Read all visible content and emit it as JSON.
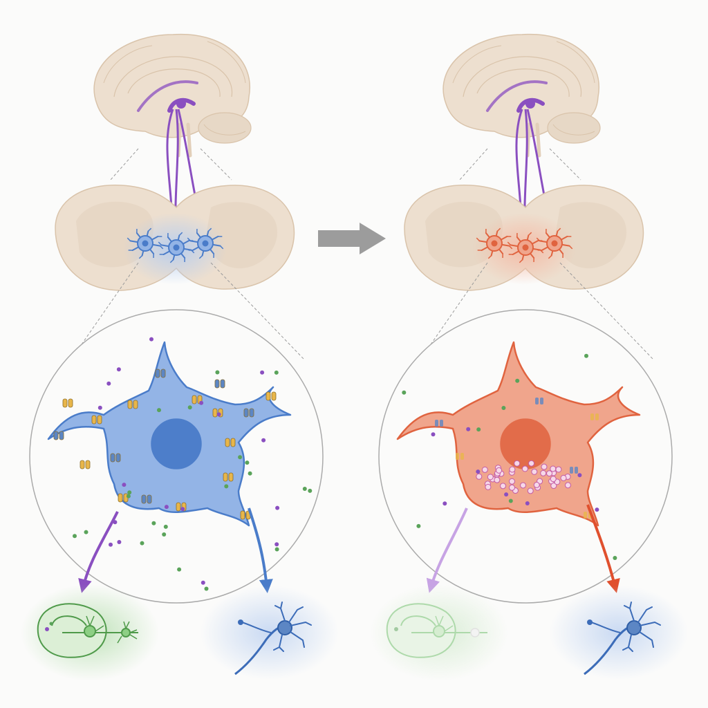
{
  "diagram": {
    "panels": [
      {
        "id": "baseline",
        "state": "normal",
        "neuron_color": "#4a7cc9",
        "neuron_fill": "#93b4e6",
        "glow_color": "#b6cdef",
        "output_left": "purple-to-green",
        "output_right": "blue"
      },
      {
        "id": "altered",
        "state": "altered",
        "neuron_color": "#e0633f",
        "neuron_fill": "#f0a58c",
        "glow_color": "#f4b9a4",
        "output_left": "faded-purple-to-green",
        "output_right": "red"
      }
    ],
    "transition_arrow": "right-arrow-icon",
    "colors": {
      "brain": "#eddfcf",
      "brain_outline": "#d9c3aa",
      "tract": "#8a4fc0",
      "projection_green": "#6fbf6a",
      "receptor_yellow": "#e8b64a",
      "receptor_blue": "#5c86c4",
      "particle_purple": "#8a4fc0",
      "particle_green": "#5aa35a",
      "arrow_gray": "#9c9c9c"
    }
  }
}
